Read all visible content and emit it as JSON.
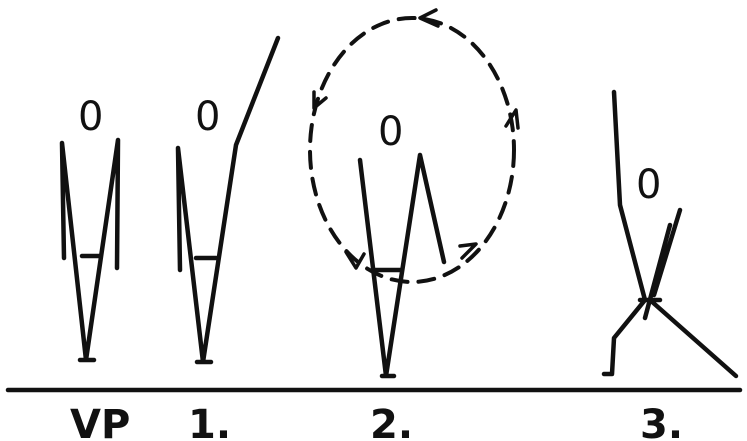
{
  "figures": [
    {
      "id": "vp",
      "caption": "VP",
      "head": "0"
    },
    {
      "id": "step-1",
      "caption": "1.",
      "head": "0"
    },
    {
      "id": "step-2",
      "caption": "2.",
      "head": "0"
    },
    {
      "id": "step-3",
      "caption": "3.",
      "head": "0"
    }
  ],
  "colors": {
    "ink": "#111111",
    "background": "#ffffff"
  }
}
